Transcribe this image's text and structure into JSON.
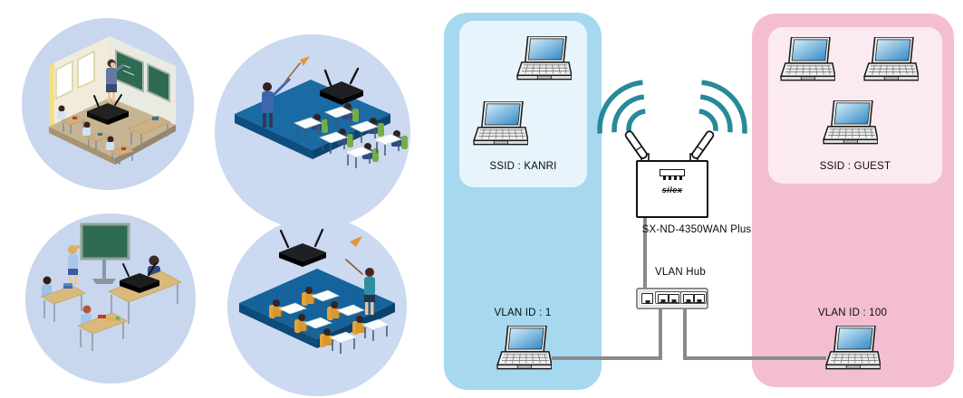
{
  "network_diagram": {
    "kanri_zone": {
      "ssid_label": "SSID : KANRI",
      "vlan_label": "VLAN ID : 1",
      "wireless_laptops": 2,
      "wired_laptops": 1,
      "panel_color": "#a6d9ef",
      "inner_color": "#e7f4fb"
    },
    "guest_zone": {
      "ssid_label": "SSID : GUEST",
      "vlan_label": "VLAN ID : 100",
      "wireless_laptops": 3,
      "wired_laptops": 1,
      "panel_color": "#f4bed2",
      "inner_color": "#fceaf2"
    },
    "access_point": {
      "model_label": "SX-ND-4350WAN Plus",
      "brand_label": "silex",
      "wifi_wave_color": "#27899a",
      "antenna_count": 2
    },
    "hub": {
      "label": "VLAN Hub",
      "port_count": 5
    },
    "cable_color": "#8a8a8a"
  },
  "illustrations": {
    "scene_1": "classroom-chalkboard-teacher-students-with-access-point",
    "scene_2": "blue-floor-classroom-teacher-pointing-access-point",
    "scene_3": "group-learning-green-board-access-point-on-desk",
    "scene_4": "blue-floor-classroom-students-access-point-teacher-right",
    "circle_background": "#c8d7ee",
    "floor_blue": "#15639c"
  }
}
